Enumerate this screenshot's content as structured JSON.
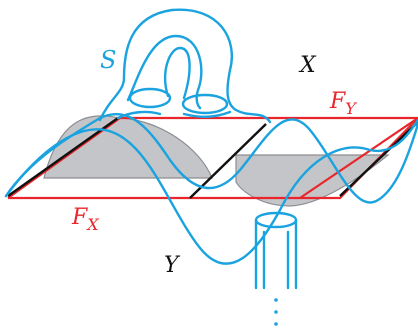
{
  "labels": {
    "surface": "S",
    "space_x": "X",
    "space_y": "Y",
    "f_y": {
      "base": "F",
      "sub": "Y"
    },
    "f_x": {
      "base": "F",
      "sub": "X"
    }
  },
  "colors": {
    "surface": "#1aa3df",
    "plane": "#e8262b",
    "edge": "#111111",
    "shade": "#c4c5c8",
    "shade_stroke": "#8d8e91"
  }
}
